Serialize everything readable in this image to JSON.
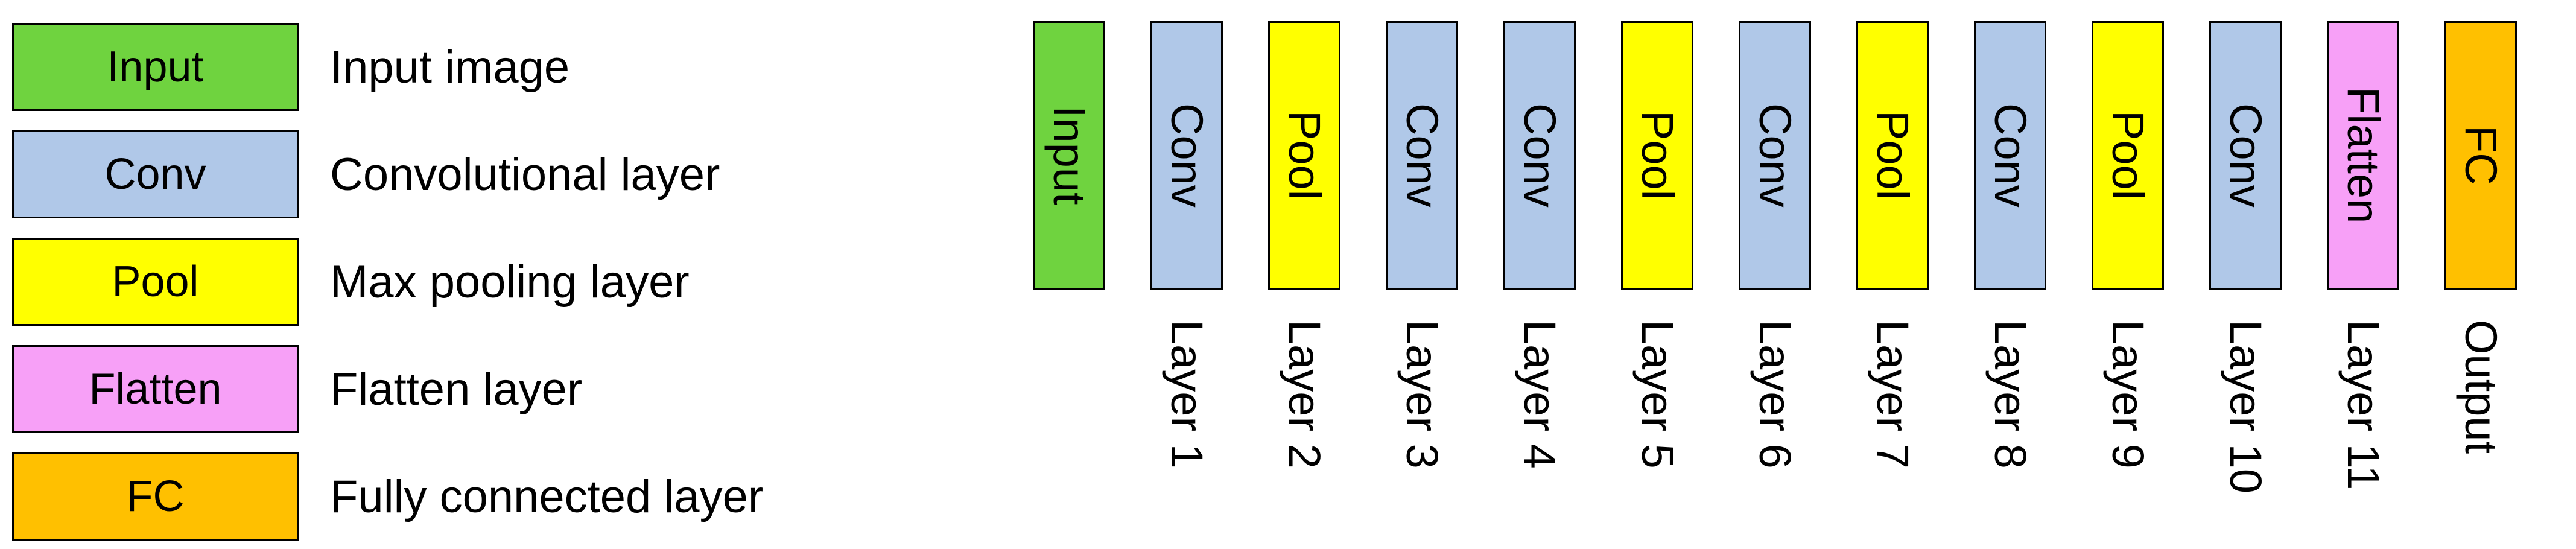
{
  "colors": {
    "input": "#6fd33f",
    "conv": "#b0c8e8",
    "pool": "#ffff00",
    "flatten": "#f7a0f7",
    "fc": "#ffc000"
  },
  "legend": [
    {
      "label": "Input",
      "description": "Input image",
      "color": "#6fd33f"
    },
    {
      "label": "Conv",
      "description": "Convolutional layer",
      "color": "#b0c8e8"
    },
    {
      "label": "Pool",
      "description": "Max pooling layer",
      "color": "#ffff00"
    },
    {
      "label": "Flatten",
      "description": "Flatten layer",
      "color": "#f7a0f7"
    },
    {
      "label": "FC",
      "description": "Fully connected layer",
      "color": "#ffc000"
    }
  ],
  "layers": [
    {
      "name": "Input",
      "caption": "",
      "color": "#6fd33f",
      "text_direction": "down"
    },
    {
      "name": "Conv",
      "caption": "Layer 1",
      "color": "#b0c8e8",
      "text_direction": "down"
    },
    {
      "name": "Pool",
      "caption": "Layer 2",
      "color": "#ffff00",
      "text_direction": "down"
    },
    {
      "name": "Conv",
      "caption": "Layer 3",
      "color": "#b0c8e8",
      "text_direction": "down"
    },
    {
      "name": "Conv",
      "caption": "Layer 4",
      "color": "#b0c8e8",
      "text_direction": "down"
    },
    {
      "name": "Pool",
      "caption": "Layer 5",
      "color": "#ffff00",
      "text_direction": "down"
    },
    {
      "name": "Conv",
      "caption": "Layer 6",
      "color": "#b0c8e8",
      "text_direction": "down"
    },
    {
      "name": "Pool",
      "caption": "Layer 7",
      "color": "#ffff00",
      "text_direction": "down"
    },
    {
      "name": "Conv",
      "caption": "Layer 8",
      "color": "#b0c8e8",
      "text_direction": "down"
    },
    {
      "name": "Pool",
      "caption": "Layer 9",
      "color": "#ffff00",
      "text_direction": "down"
    },
    {
      "name": "Conv",
      "caption": "Layer 10",
      "color": "#b0c8e8",
      "text_direction": "down"
    },
    {
      "name": "Flatten",
      "caption": "Layer 11",
      "color": "#f7a0f7",
      "text_direction": "down"
    },
    {
      "name": "FC",
      "caption": "Output",
      "color": "#ffc000",
      "text_direction": "down"
    }
  ]
}
